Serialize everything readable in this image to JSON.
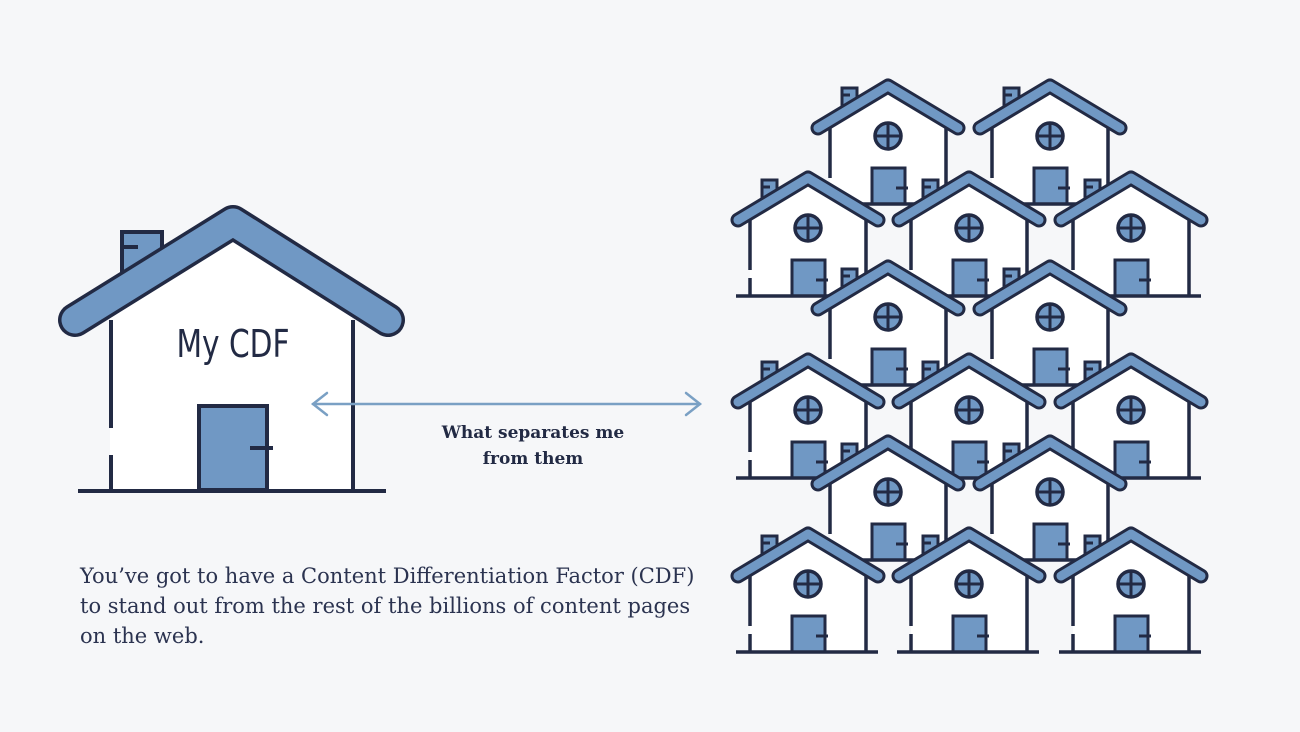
{
  "illustration": {
    "my_house_label": "My CDF",
    "arrow_label": "What separates me from them",
    "caption": "You’ve got to have a Content Differentiation Factor (CDF) to stand out from the rest of the billions of content pages on the web.",
    "colors": {
      "background": "#f6f7f9",
      "outline": "#222a44",
      "accent": "#7098c4",
      "arrow": "#7aa0c4"
    }
  }
}
